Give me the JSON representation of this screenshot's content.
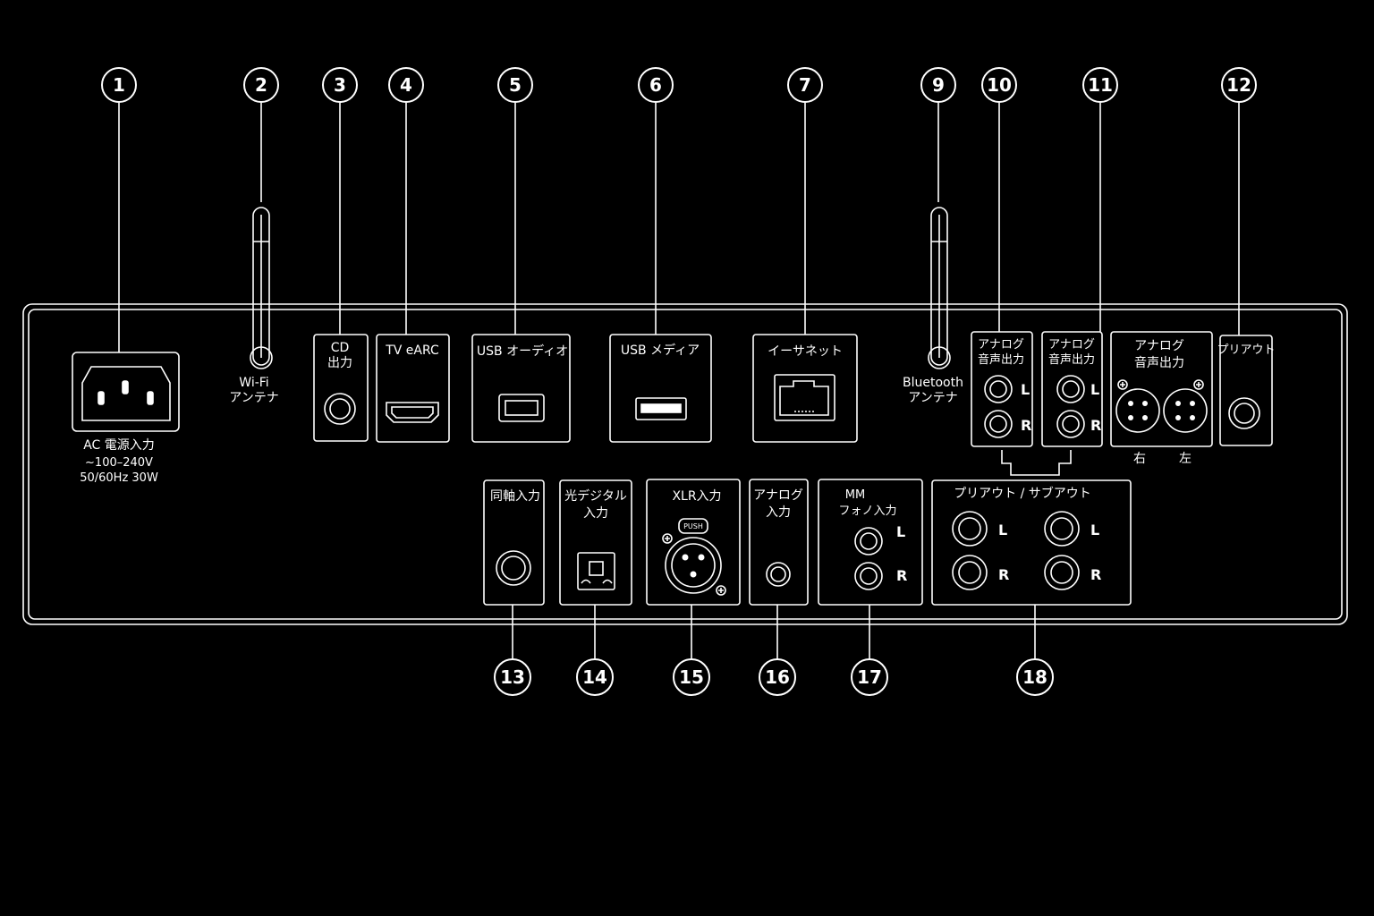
{
  "colors": {
    "background": "#000000",
    "line": "#ffffff"
  },
  "callouts": [
    {
      "id": "1",
      "name": "ac-power-input"
    },
    {
      "id": "2",
      "name": "wifi-antenna"
    },
    {
      "id": "3",
      "name": "cd-output"
    },
    {
      "id": "4",
      "name": "tv-earc"
    },
    {
      "id": "5",
      "name": "usb-audio"
    },
    {
      "id": "6",
      "name": "usb-media"
    },
    {
      "id": "7",
      "name": "ethernet"
    },
    {
      "id": "9",
      "name": "bluetooth-antenna"
    },
    {
      "id": "10",
      "name": "analog-audio-out-1"
    },
    {
      "id": "11",
      "name": "analog-audio-out-2"
    },
    {
      "id": "12",
      "name": "preout-top"
    },
    {
      "id": "13",
      "name": "coaxial-input"
    },
    {
      "id": "14",
      "name": "optical-input"
    },
    {
      "id": "15",
      "name": "xlr-input"
    },
    {
      "id": "16",
      "name": "analog-input"
    },
    {
      "id": "17",
      "name": "mm-phono-input"
    },
    {
      "id": "18",
      "name": "preout-subout"
    }
  ],
  "labels": {
    "ac_1": "AC 電源入力",
    "ac_2": "~100–240V",
    "ac_3": "50/60Hz 30W",
    "wifi_1": "Wi-Fi",
    "wifi_2": "アンテナ",
    "cd_1": "CD",
    "cd_2": "出力",
    "tv": "TV eARC",
    "usb_audio": "USB オーディオ",
    "usb_media": "USB メディア",
    "ethernet": "イーサネット",
    "bt_1": "Bluetooth",
    "bt_2": "アンテナ",
    "analog_a_1": "アナログ",
    "analog_a_2": "音声出力",
    "analog_b_1": "アナログ",
    "analog_b_2": "音声出力",
    "analog_xlr_1": "アナログ",
    "analog_xlr_2": "音声出力",
    "right": "右",
    "left": "左",
    "preout_top": "プリアウト",
    "coax": "同軸入力",
    "optical_1": "光デジタル",
    "optical_2": "入力",
    "xlr_in": "XLR入力",
    "push": "PUSH",
    "analog_in_1": "アナログ",
    "analog_in_2": "入力",
    "mm_1": "MM",
    "mm_2": "フォノ入力",
    "preout_sub": "プリアウト / サブアウト",
    "L": "L",
    "R": "R"
  }
}
